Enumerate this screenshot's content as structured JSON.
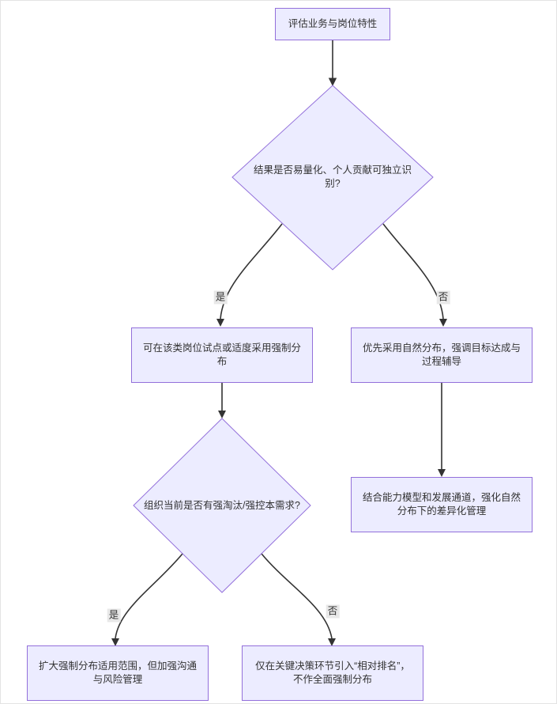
{
  "diagram": {
    "type": "flowchart",
    "colors": {
      "node_fill": "#ECECFF",
      "node_border": "#9370DB",
      "edge_line": "#333333",
      "text": "#333333",
      "edge_label_bg": "#e8e8e8"
    },
    "nodes": {
      "start": {
        "shape": "rect",
        "label": "评估业务与岗位特性"
      },
      "decision1": {
        "shape": "diamond",
        "label": "结果是否易量化、个人贡献可独立识\n别?"
      },
      "pilot": {
        "shape": "rect",
        "label": "可在该类岗位试点或适度采用强制分\n布"
      },
      "natural": {
        "shape": "rect",
        "label": "优先采用自然分布，强调目标达成与\n过程辅导"
      },
      "decision2": {
        "shape": "diamond",
        "label": "组织当前是否有强淘汰/强控本需求?"
      },
      "capability": {
        "shape": "rect",
        "label": "结合能力模型和发展通道，强化自然\n分布下的差异化管理"
      },
      "expand": {
        "shape": "rect",
        "label": "扩大强制分布适用范围，但加强沟通\n与风险管理"
      },
      "ranking": {
        "shape": "rect",
        "label": "仅在关键决策环节引入“相对排名”，\n不作全面强制分布"
      }
    },
    "edges": [
      {
        "from": "start",
        "to": "decision1",
        "label": ""
      },
      {
        "from": "decision1",
        "to": "pilot",
        "label": "是"
      },
      {
        "from": "decision1",
        "to": "natural",
        "label": "否"
      },
      {
        "from": "pilot",
        "to": "decision2",
        "label": ""
      },
      {
        "from": "natural",
        "to": "capability",
        "label": ""
      },
      {
        "from": "decision2",
        "to": "expand",
        "label": "是"
      },
      {
        "from": "decision2",
        "to": "ranking",
        "label": "否"
      }
    ]
  }
}
